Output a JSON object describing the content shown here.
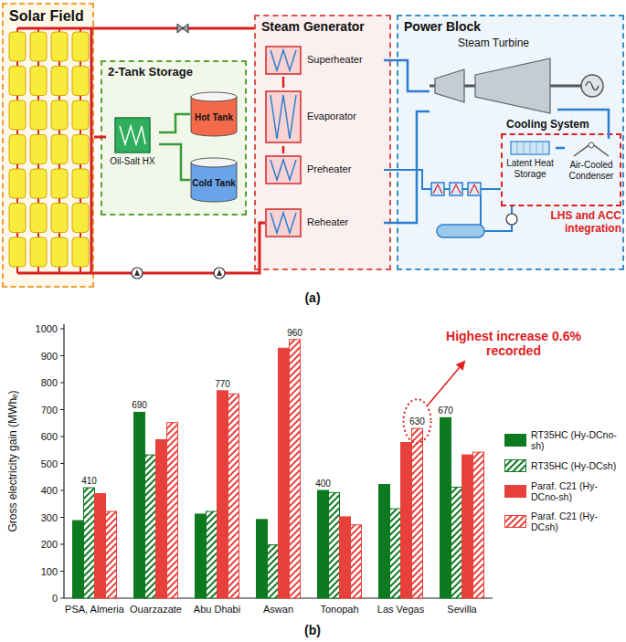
{
  "diagram": {
    "nodes": [
      {
        "text": [
          "Solar Field"
        ]
      },
      {
        "text": [
          "2-Tank Storage"
        ]
      },
      {
        "text": [
          "Oil-Salt HX"
        ],
        "in": 1
      },
      {
        "text": [
          "Hot Tank"
        ],
        "in": 1
      },
      {
        "text": [
          "Cold Tank"
        ],
        "in": 1
      },
      {
        "text": [
          "Steam Generator"
        ]
      },
      {
        "text": [
          "Superheater"
        ],
        "in": 5
      },
      {
        "text": [
          "Evaporator"
        ],
        "in": 5
      },
      {
        "text": [
          "Preheater"
        ],
        "in": 5
      },
      {
        "text": [
          "Reheater"
        ],
        "in": 5
      },
      {
        "text": [
          "Power Block"
        ]
      },
      {
        "text": [
          "Steam Turbine"
        ],
        "in": 10
      },
      {
        "text": [
          "Cooling System"
        ],
        "in": 10
      },
      {
        "text": [
          "Latent Heat Storage"
        ],
        "in": 12
      },
      {
        "text": [
          "Air-Cooled Condenser"
        ],
        "in": 12
      }
    ],
    "edges": [
      {
        "from": 0,
        "to": 5,
        "arrow": "none"
      },
      {
        "from": 0,
        "to": 2,
        "arrow": "none"
      },
      {
        "from": 2,
        "to": 3,
        "arrow": "none"
      },
      {
        "from": 2,
        "to": 4,
        "arrow": "none"
      },
      {
        "from": 6,
        "to": 11,
        "arrow": "none"
      },
      {
        "from": 9,
        "to": 11,
        "arrow": "none"
      },
      {
        "from": 11,
        "to": 14,
        "arrow": "none"
      },
      {
        "from": 13,
        "to": 14,
        "arrow": "none"
      },
      {
        "from": 8,
        "to": 7,
        "arrow": "none"
      },
      {
        "from": 7,
        "to": 6,
        "arrow": "none"
      },
      {
        "from": 9,
        "to": 0,
        "arrow": "none"
      }
    ],
    "labels": [
      "(a)",
      "(b)",
      "Gross electricity gain (MWhₑ)",
      "1000",
      "900",
      "800",
      "700",
      "600",
      "500",
      "400",
      "300",
      "200",
      "100",
      "0",
      "PSA, Almeria",
      "Ouarzazate",
      "Abu Dhabi",
      "Aswan",
      "Tonopah",
      "Las Vegas",
      "Sevilla",
      "410",
      "690",
      "770",
      "960",
      "400",
      "630",
      "670",
      "Highest increase 0.6% recorded",
      "LHS and ACC integration"
    ],
    "legend": [
      {
        "text": "RT35HC (Hy-DCno-sh)",
        "color": "#0d7a1f"
      },
      {
        "text": "RT35HC (Hy-DCsh)"
      },
      {
        "text": "Paraf. C21 (Hy-DCno-sh)",
        "color": "#e8403a"
      },
      {
        "text": "Paraf. C21 (Hy-DCsh)"
      }
    ]
  }
}
